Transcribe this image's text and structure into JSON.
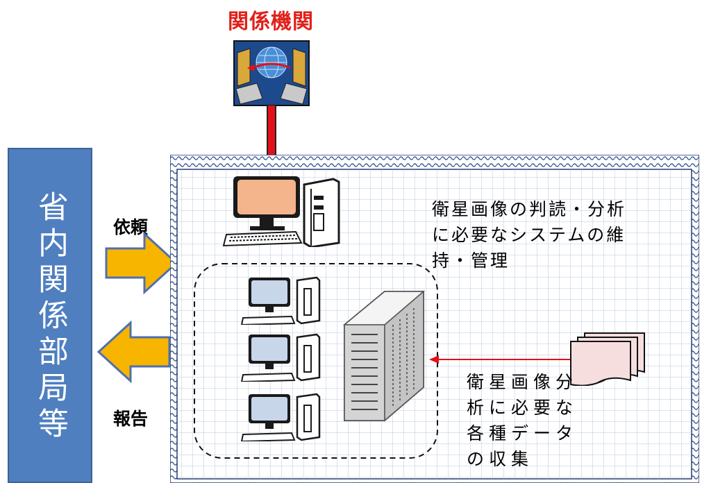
{
  "top_label": "関係機関",
  "left_bar": "省内関係部局等",
  "request_label": "依頼",
  "report_label": "報告",
  "desc_main": [
    "衛星画像の判読・分析",
    "に必要なシステムの維",
    "持・管理"
  ],
  "desc_collect": [
    "衛星画像分",
    "析に必要な",
    "各種データ",
    "の収集"
  ],
  "icons": [
    "agency-network-icon",
    "workstation-icon",
    "client-pc-icon",
    "server-icon",
    "documents-icon"
  ],
  "colors": {
    "accent_red": "#e3101a",
    "left_bar": "#4f7fbf",
    "arrow": "#f7b500",
    "monitor_orange": "#f4b48c"
  }
}
